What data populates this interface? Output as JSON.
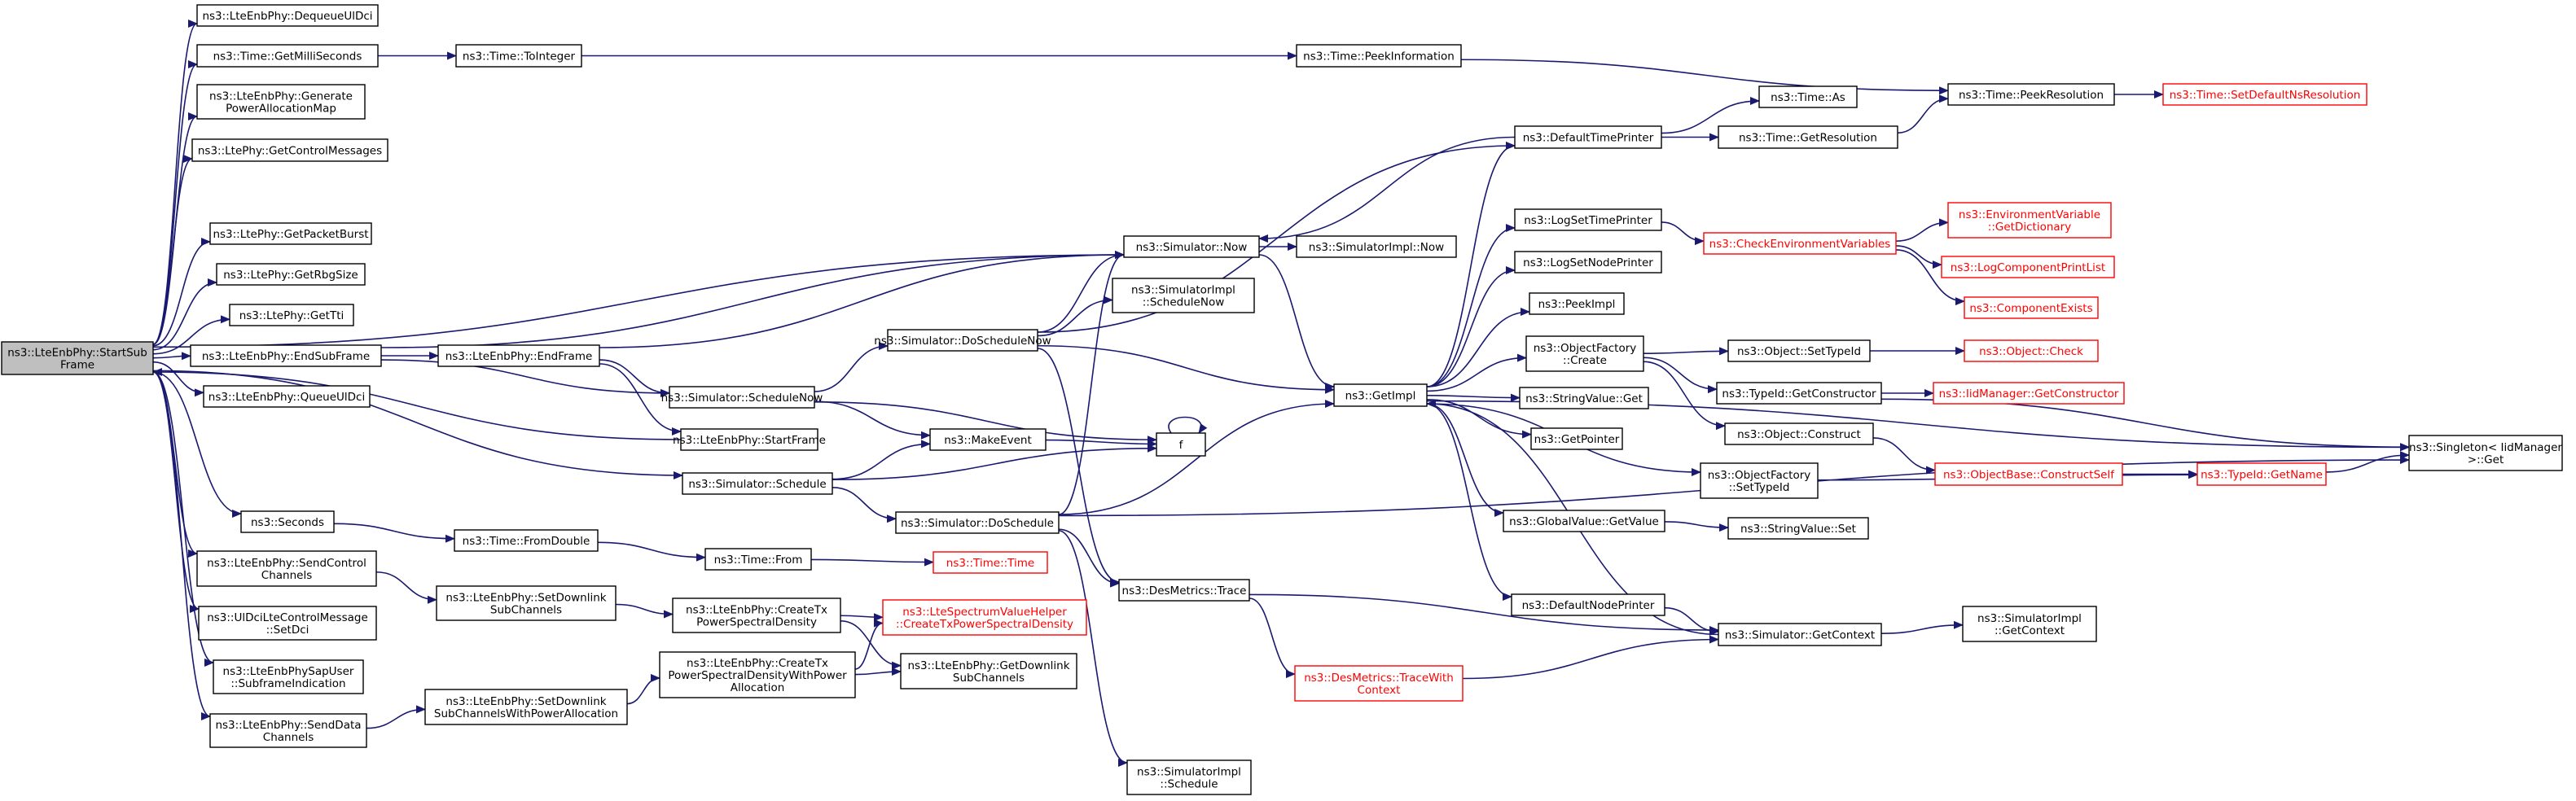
{
  "colors": {
    "edge": "#191970",
    "border": "#000000",
    "truncated_border": "#ff0000",
    "root_fill": "#bfbfbf",
    "background": "#ffffff"
  },
  "nodes": [
    {
      "id": "root",
      "lines": [
        "ns3::LteEnbPhy::StartSub",
        "Frame"
      ],
      "root": true
    },
    {
      "id": "dequeueUlDci",
      "lines": [
        "ns3::LteEnbPhy::DequeueUlDci"
      ]
    },
    {
      "id": "getMilliSeconds",
      "lines": [
        "ns3::Time::GetMilliSeconds"
      ]
    },
    {
      "id": "genPowerAlloc",
      "lines": [
        "ns3::LteEnbPhy::Generate",
        "PowerAllocationMap"
      ]
    },
    {
      "id": "getControlMessages",
      "lines": [
        "ns3::LtePhy::GetControlMessages"
      ]
    },
    {
      "id": "getPacketBurst",
      "lines": [
        "ns3::LtePhy::GetPacketBurst"
      ]
    },
    {
      "id": "getRbgSize",
      "lines": [
        "ns3::LtePhy::GetRbgSize"
      ]
    },
    {
      "id": "getTti",
      "lines": [
        "ns3::LtePhy::GetTti"
      ]
    },
    {
      "id": "endSubFrame",
      "lines": [
        "ns3::LteEnbPhy::EndSubFrame"
      ]
    },
    {
      "id": "queueUlDci",
      "lines": [
        "ns3::LteEnbPhy::QueueUlDci"
      ]
    },
    {
      "id": "seconds",
      "lines": [
        "ns3::Seconds"
      ]
    },
    {
      "id": "sendControlChannels",
      "lines": [
        "ns3::LteEnbPhy::SendControl",
        "Channels"
      ]
    },
    {
      "id": "setDci",
      "lines": [
        "ns3::UlDciLteControlMessage",
        "::SetDci"
      ]
    },
    {
      "id": "subframeIndication",
      "lines": [
        "ns3::LteEnbPhySapUser",
        "::SubframeIndication"
      ]
    },
    {
      "id": "sendDataChannels",
      "lines": [
        "ns3::LteEnbPhy::SendData",
        "Channels"
      ]
    },
    {
      "id": "toInteger",
      "lines": [
        "ns3::Time::ToInteger"
      ]
    },
    {
      "id": "endFrame",
      "lines": [
        "ns3::LteEnbPhy::EndFrame"
      ]
    },
    {
      "id": "fromDouble",
      "lines": [
        "ns3::Time::FromDouble"
      ]
    },
    {
      "id": "setDownlinkSubChannels",
      "lines": [
        "ns3::LteEnbPhy::SetDownlink",
        "SubChannels"
      ]
    },
    {
      "id": "setDownlinkSubChannelsPA",
      "lines": [
        "ns3::LteEnbPhy::SetDownlink",
        "SubChannelsWithPowerAllocation"
      ]
    },
    {
      "id": "scheduleNow",
      "lines": [
        "ns3::Simulator::ScheduleNow"
      ]
    },
    {
      "id": "startFrame",
      "lines": [
        "ns3::LteEnbPhy::StartFrame"
      ]
    },
    {
      "id": "schedule",
      "lines": [
        "ns3::Simulator::Schedule"
      ]
    },
    {
      "id": "timeFrom",
      "lines": [
        "ns3::Time::From"
      ]
    },
    {
      "id": "createTxPsd",
      "lines": [
        "ns3::LteEnbPhy::CreateTx",
        "PowerSpectralDensity"
      ]
    },
    {
      "id": "createTxPsdPA",
      "lines": [
        "ns3::LteEnbPhy::CreateTx",
        "PowerSpectralDensityWithPower",
        "Allocation"
      ]
    },
    {
      "id": "doScheduleNow",
      "lines": [
        "ns3::Simulator::DoScheduleNow"
      ]
    },
    {
      "id": "makeEvent",
      "lines": [
        "ns3::MakeEvent"
      ]
    },
    {
      "id": "doSchedule",
      "lines": [
        "ns3::Simulator::DoSchedule"
      ]
    },
    {
      "id": "timeTime",
      "lines": [
        "ns3::Time::Time"
      ],
      "red": true
    },
    {
      "id": "lteSvhCreate",
      "lines": [
        "ns3::LteSpectrumValueHelper",
        "::CreateTxPowerSpectralDensity"
      ],
      "red": true
    },
    {
      "id": "getDownlinkSubChannels",
      "lines": [
        "ns3::LteEnbPhy::GetDownlink",
        "SubChannels"
      ]
    },
    {
      "id": "simNow",
      "lines": [
        "ns3::Simulator::Now"
      ]
    },
    {
      "id": "simImplScheduleNow",
      "lines": [
        "ns3::SimulatorImpl",
        "::ScheduleNow"
      ]
    },
    {
      "id": "f",
      "lines": [
        "f"
      ]
    },
    {
      "id": "desTrace",
      "lines": [
        "ns3::DesMetrics::Trace"
      ]
    },
    {
      "id": "traceWithContext",
      "lines": [
        "ns3::DesMetrics::TraceWith",
        "Context"
      ],
      "red": true
    },
    {
      "id": "simImplSchedule",
      "lines": [
        "ns3::SimulatorImpl",
        "::Schedule"
      ]
    },
    {
      "id": "timePeekInfo",
      "lines": [
        "ns3::Time::PeekInformation"
      ]
    },
    {
      "id": "simImplNow",
      "lines": [
        "ns3::SimulatorImpl::Now"
      ]
    },
    {
      "id": "getImpl",
      "lines": [
        "ns3::GetImpl"
      ]
    },
    {
      "id": "defaultTimePrinter",
      "lines": [
        "ns3::DefaultTimePrinter"
      ]
    },
    {
      "id": "logSetTimePrinter",
      "lines": [
        "ns3::LogSetTimePrinter"
      ]
    },
    {
      "id": "logSetNodePrinter",
      "lines": [
        "ns3::LogSetNodePrinter"
      ]
    },
    {
      "id": "peekImpl",
      "lines": [
        "ns3::PeekImpl"
      ]
    },
    {
      "id": "objFactoryCreate",
      "lines": [
        "ns3::ObjectFactory",
        "::Create"
      ]
    },
    {
      "id": "stringValueGet",
      "lines": [
        "ns3::StringValue::Get"
      ]
    },
    {
      "id": "getPointer",
      "lines": [
        "ns3::GetPointer"
      ]
    },
    {
      "id": "objFactorySetTypeId",
      "lines": [
        "ns3::ObjectFactory",
        "::SetTypeId"
      ]
    },
    {
      "id": "globalValueGetValue",
      "lines": [
        "ns3::GlobalValue::GetValue"
      ]
    },
    {
      "id": "defaultNodePrinter",
      "lines": [
        "ns3::DefaultNodePrinter"
      ]
    },
    {
      "id": "simGetContext",
      "lines": [
        "ns3::Simulator::GetContext"
      ]
    },
    {
      "id": "timeAs",
      "lines": [
        "ns3::Time::As"
      ]
    },
    {
      "id": "timeGetResolution",
      "lines": [
        "ns3::Time::GetResolution"
      ]
    },
    {
      "id": "timePeekResolution",
      "lines": [
        "ns3::Time::PeekResolution"
      ]
    },
    {
      "id": "setDefaultNsResolution",
      "lines": [
        "ns3::Time::SetDefaultNsResolution"
      ],
      "red": true
    },
    {
      "id": "checkEnvVars",
      "lines": [
        "ns3::CheckEnvironmentVariables"
      ],
      "red": true
    },
    {
      "id": "envVarGetDictionary",
      "lines": [
        "ns3::EnvironmentVariable",
        "::GetDictionary"
      ],
      "red": true
    },
    {
      "id": "logComponentPrintList",
      "lines": [
        "ns3::LogComponentPrintList"
      ],
      "red": true
    },
    {
      "id": "componentExists",
      "lines": [
        "ns3::ComponentExists"
      ],
      "red": true
    },
    {
      "id": "objectSetTypeId",
      "lines": [
        "ns3::Object::SetTypeId"
      ]
    },
    {
      "id": "objectCheck",
      "lines": [
        "ns3::Object::Check"
      ],
      "red": true
    },
    {
      "id": "typeIdGetConstructor",
      "lines": [
        "ns3::TypeId::GetConstructor"
      ]
    },
    {
      "id": "iidManagerGetConstructor",
      "lines": [
        "ns3::IidManager::GetConstructor"
      ],
      "red": true
    },
    {
      "id": "objectConstruct",
      "lines": [
        "ns3::Object::Construct"
      ]
    },
    {
      "id": "objectBaseConstructSelf",
      "lines": [
        "ns3::ObjectBase::ConstructSelf"
      ],
      "red": true
    },
    {
      "id": "typeIdGetName",
      "lines": [
        "ns3::TypeId::GetName"
      ],
      "red": true
    },
    {
      "id": "singletonGet",
      "lines": [
        "ns3::Singleton< IidManager",
        ">::Get"
      ]
    },
    {
      "id": "stringValueSet",
      "lines": [
        "ns3::StringValue::Set"
      ]
    },
    {
      "id": "simImplGetContext",
      "lines": [
        "ns3::SimulatorImpl",
        "::GetContext"
      ]
    }
  ],
  "edges": [
    [
      "root",
      "dequeueUlDci"
    ],
    [
      "root",
      "getMilliSeconds"
    ],
    [
      "root",
      "genPowerAlloc"
    ],
    [
      "root",
      "getControlMessages"
    ],
    [
      "root",
      "simNow"
    ],
    [
      "root",
      "getPacketBurst"
    ],
    [
      "root",
      "getRbgSize"
    ],
    [
      "root",
      "getTti"
    ],
    [
      "root",
      "endSubFrame"
    ],
    [
      "root",
      "queueUlDci"
    ],
    [
      "root",
      "schedule"
    ],
    [
      "root",
      "seconds"
    ],
    [
      "root",
      "sendControlChannels"
    ],
    [
      "root",
      "setDci"
    ],
    [
      "root",
      "subframeIndication"
    ],
    [
      "root",
      "sendDataChannels"
    ],
    [
      "getMilliSeconds",
      "toInteger"
    ],
    [
      "toInteger",
      "timePeekInfo"
    ],
    [
      "timePeekInfo",
      "timePeekResolution"
    ],
    [
      "endSubFrame",
      "endFrame"
    ],
    [
      "endSubFrame",
      "simNow"
    ],
    [
      "endSubFrame",
      "scheduleNow"
    ],
    [
      "endFrame",
      "simNow"
    ],
    [
      "endFrame",
      "scheduleNow"
    ],
    [
      "endFrame",
      "startFrame"
    ],
    [
      "startFrame",
      "root"
    ],
    [
      "scheduleNow",
      "doScheduleNow"
    ],
    [
      "scheduleNow",
      "makeEvent"
    ],
    [
      "scheduleNow",
      "f"
    ],
    [
      "schedule",
      "makeEvent"
    ],
    [
      "schedule",
      "doSchedule"
    ],
    [
      "schedule",
      "f"
    ],
    [
      "seconds",
      "fromDouble"
    ],
    [
      "fromDouble",
      "timeFrom"
    ],
    [
      "timeFrom",
      "timeTime"
    ],
    [
      "sendControlChannels",
      "setDownlinkSubChannels"
    ],
    [
      "setDownlinkSubChannels",
      "createTxPsd"
    ],
    [
      "createTxPsd",
      "lteSvhCreate"
    ],
    [
      "createTxPsd",
      "getDownlinkSubChannels"
    ],
    [
      "sendDataChannels",
      "setDownlinkSubChannelsPA"
    ],
    [
      "setDownlinkSubChannelsPA",
      "createTxPsdPA"
    ],
    [
      "createTxPsdPA",
      "lteSvhCreate"
    ],
    [
      "createTxPsdPA",
      "getDownlinkSubChannels"
    ],
    [
      "doScheduleNow",
      "simNow"
    ],
    [
      "doScheduleNow",
      "simImplScheduleNow"
    ],
    [
      "doScheduleNow",
      "getImpl"
    ],
    [
      "doScheduleNow",
      "desTrace"
    ],
    [
      "doScheduleNow",
      "defaultTimePrinter"
    ],
    [
      "doSchedule",
      "simNow"
    ],
    [
      "doSchedule",
      "getImpl"
    ],
    [
      "doSchedule",
      "desTrace"
    ],
    [
      "doSchedule",
      "simImplSchedule"
    ],
    [
      "doSchedule",
      "singletonGet"
    ],
    [
      "makeEvent",
      "f"
    ],
    [
      "f",
      "f"
    ],
    [
      "simNow",
      "simImplNow"
    ],
    [
      "simNow",
      "getImpl"
    ],
    [
      "desTrace",
      "traceWithContext"
    ],
    [
      "desTrace",
      "simGetContext"
    ],
    [
      "traceWithContext",
      "simGetContext"
    ],
    [
      "getImpl",
      "defaultTimePrinter"
    ],
    [
      "getImpl",
      "logSetTimePrinter"
    ],
    [
      "getImpl",
      "logSetNodePrinter"
    ],
    [
      "getImpl",
      "peekImpl"
    ],
    [
      "getImpl",
      "objFactoryCreate"
    ],
    [
      "getImpl",
      "stringValueGet"
    ],
    [
      "getImpl",
      "getPointer"
    ],
    [
      "getImpl",
      "objFactorySetTypeId"
    ],
    [
      "getImpl",
      "globalValueGetValue"
    ],
    [
      "getImpl",
      "defaultNodePrinter"
    ],
    [
      "getImpl",
      "singletonGet"
    ],
    [
      "defaultTimePrinter",
      "simNow"
    ],
    [
      "defaultTimePrinter",
      "timeAs"
    ],
    [
      "defaultTimePrinter",
      "timeGetResolution"
    ],
    [
      "timeGetResolution",
      "timePeekResolution"
    ],
    [
      "timePeekResolution",
      "setDefaultNsResolution"
    ],
    [
      "logSetTimePrinter",
      "checkEnvVars"
    ],
    [
      "checkEnvVars",
      "envVarGetDictionary"
    ],
    [
      "checkEnvVars",
      "logComponentPrintList"
    ],
    [
      "checkEnvVars",
      "componentExists"
    ],
    [
      "objFactoryCreate",
      "objectSetTypeId"
    ],
    [
      "objFactoryCreate",
      "typeIdGetConstructor"
    ],
    [
      "objFactoryCreate",
      "objectConstruct"
    ],
    [
      "objectSetTypeId",
      "objectCheck"
    ],
    [
      "typeIdGetConstructor",
      "iidManagerGetConstructor"
    ],
    [
      "typeIdGetConstructor",
      "singletonGet"
    ],
    [
      "objectConstruct",
      "objectBaseConstructSelf"
    ],
    [
      "objectBaseConstructSelf",
      "typeIdGetName"
    ],
    [
      "typeIdGetName",
      "singletonGet"
    ],
    [
      "objFactorySetTypeId",
      "typeIdGetName"
    ],
    [
      "globalValueGetValue",
      "stringValueSet"
    ],
    [
      "defaultNodePrinter",
      "simGetContext"
    ],
    [
      "simGetContext",
      "getImpl"
    ],
    [
      "simGetContext",
      "simImplGetContext"
    ]
  ]
}
